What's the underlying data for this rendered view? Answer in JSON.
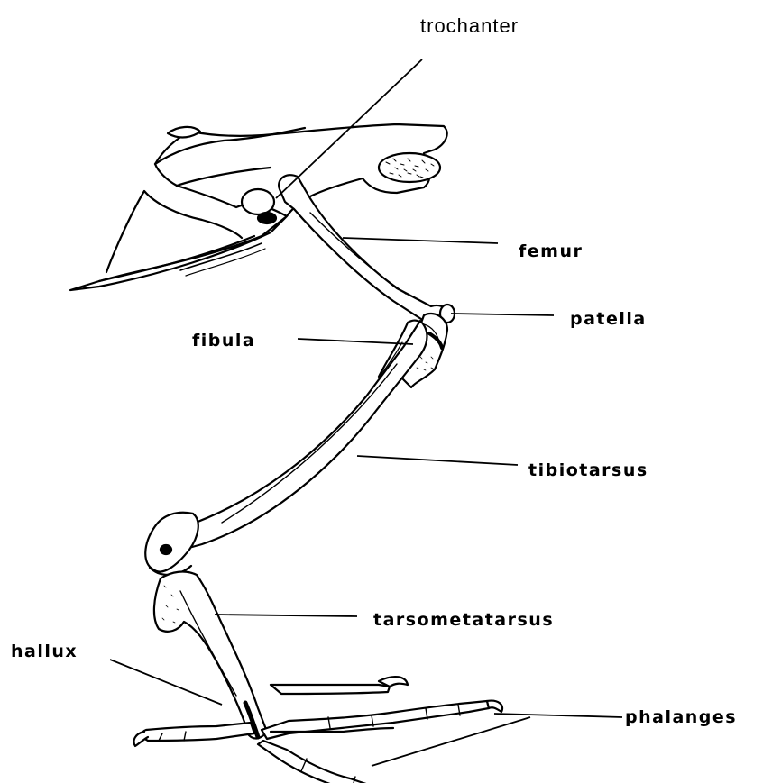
{
  "diagram": {
    "labels": {
      "trochanter": "trochanter",
      "femur": "femur",
      "patella": "patella",
      "fibula": "fibula",
      "tibiotarsus": "tibiotarsus",
      "tarsometatarsus": "tarsometatarsus",
      "hallux": "hallux",
      "phalanges": "phalanges"
    },
    "colors": {
      "line": "#000000",
      "background": "#ffffff",
      "bone_fill": "#ffffff"
    }
  }
}
